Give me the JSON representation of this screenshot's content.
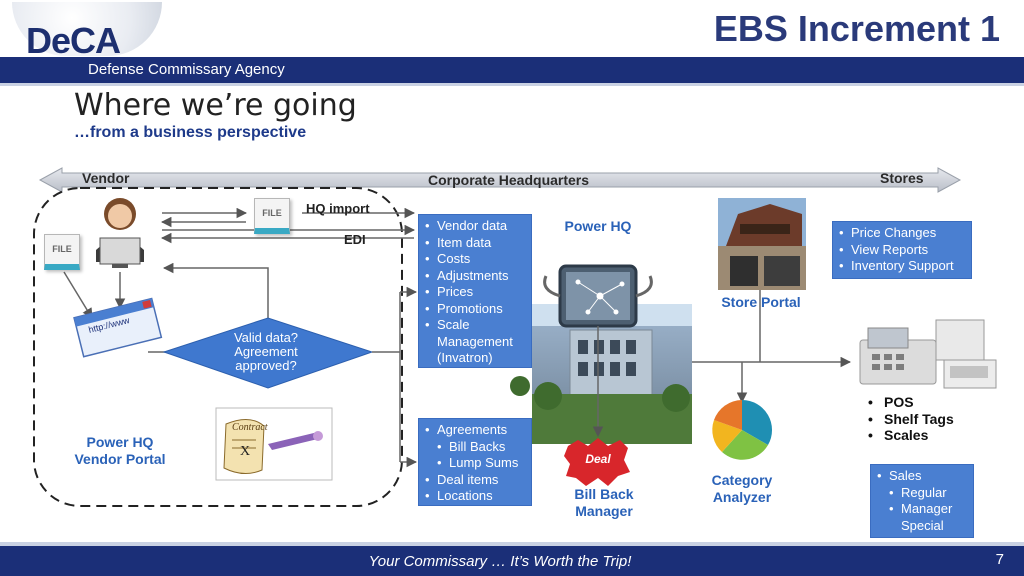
{
  "header": {
    "logo": "DeCA",
    "agency": "Defense Commissary Agency",
    "title": "EBS Increment 1"
  },
  "slide": {
    "heading": "Where we’re going",
    "subheading": "…from a business perspective"
  },
  "timeline": {
    "vendor": "Vendor",
    "hq": "Corporate Headquarters",
    "stores": "Stores"
  },
  "vendor_side": {
    "file_label": "FILE",
    "file_label_2": "FILE",
    "hq_import": "HQ import",
    "edi": "EDI",
    "browser_text": "http://www",
    "diamond_line1": "Valid data?",
    "diamond_line2": "Agreement",
    "diamond_line3": "approved?",
    "portal_line1": "Power HQ",
    "portal_line2": "Vendor Portal",
    "contract_text": "Contract"
  },
  "vendor_data_box": {
    "items": [
      "Vendor data",
      "Item data",
      "Costs",
      "Adjustments",
      "Prices",
      "Promotions",
      "Scale"
    ],
    "cont": [
      "Management",
      "(Invatron)"
    ]
  },
  "agreements_box": {
    "item1": "Agreements",
    "sub1": "Bill Backs",
    "sub2": "Lump Sums",
    "item2": "Deal items",
    "item3": "Locations"
  },
  "center": {
    "power_hq": "Power HQ",
    "store_portal": "Store Portal",
    "deal": "Deal",
    "bill_back_line1": "Bill Back",
    "bill_back_line2": "Manager",
    "category_line1": "Category",
    "category_line2": "Analyzer"
  },
  "price_box": {
    "items": [
      "Price Changes",
      "View Reports",
      "Inventory Support"
    ]
  },
  "pos_list": {
    "items": [
      "POS",
      "Shelf Tags",
      "Scales"
    ]
  },
  "sales_box": {
    "item1": "Sales",
    "sub1": "Regular",
    "sub2": "Manager",
    "sub2_cont": "Special"
  },
  "footer": {
    "tagline": "Your Commissary … It’s Worth the Trip!",
    "page": "7"
  },
  "colors": {
    "navy": "#1b2f78",
    "box_blue": "#4a7fd1",
    "diamond_blue": "#3f78cf",
    "label_blue": "#2a62b8"
  }
}
